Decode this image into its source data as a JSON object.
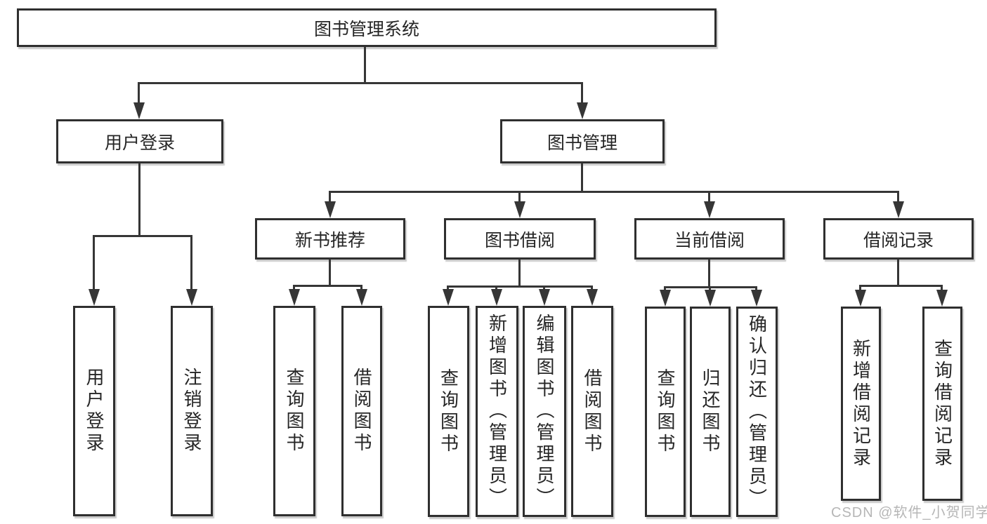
{
  "tree": {
    "root": {
      "label": "图书管理系统"
    },
    "user_login": {
      "label": "用户登录",
      "children": [
        {
          "label": "用户登录"
        },
        {
          "label": "注销登录"
        }
      ]
    },
    "book_management": {
      "label": "图书管理",
      "sections": [
        {
          "label": "新书推荐",
          "children": [
            {
              "label": "查询图书"
            },
            {
              "label": "借阅图书"
            }
          ]
        },
        {
          "label": "图书借阅",
          "children": [
            {
              "label": "查询图书"
            },
            {
              "label": "新增图书（管理员）"
            },
            {
              "label": "编辑图书（管理员）"
            },
            {
              "label": "借阅图书"
            }
          ]
        },
        {
          "label": "当前借阅",
          "children": [
            {
              "label": "查询图书"
            },
            {
              "label": "归还图书"
            },
            {
              "label": "确认归还（管理员）"
            }
          ]
        },
        {
          "label": "借阅记录",
          "children": [
            {
              "label": "新增借阅记录"
            },
            {
              "label": "查询借阅记录"
            }
          ]
        }
      ]
    }
  },
  "watermark": {
    "label": "CSDN @软件_小贺同学",
    "color": "#b2b2b2"
  },
  "colors": {
    "background": "#ffffff",
    "line": "#363636",
    "box_border": "#2f2f2f",
    "text": "#262626"
  }
}
